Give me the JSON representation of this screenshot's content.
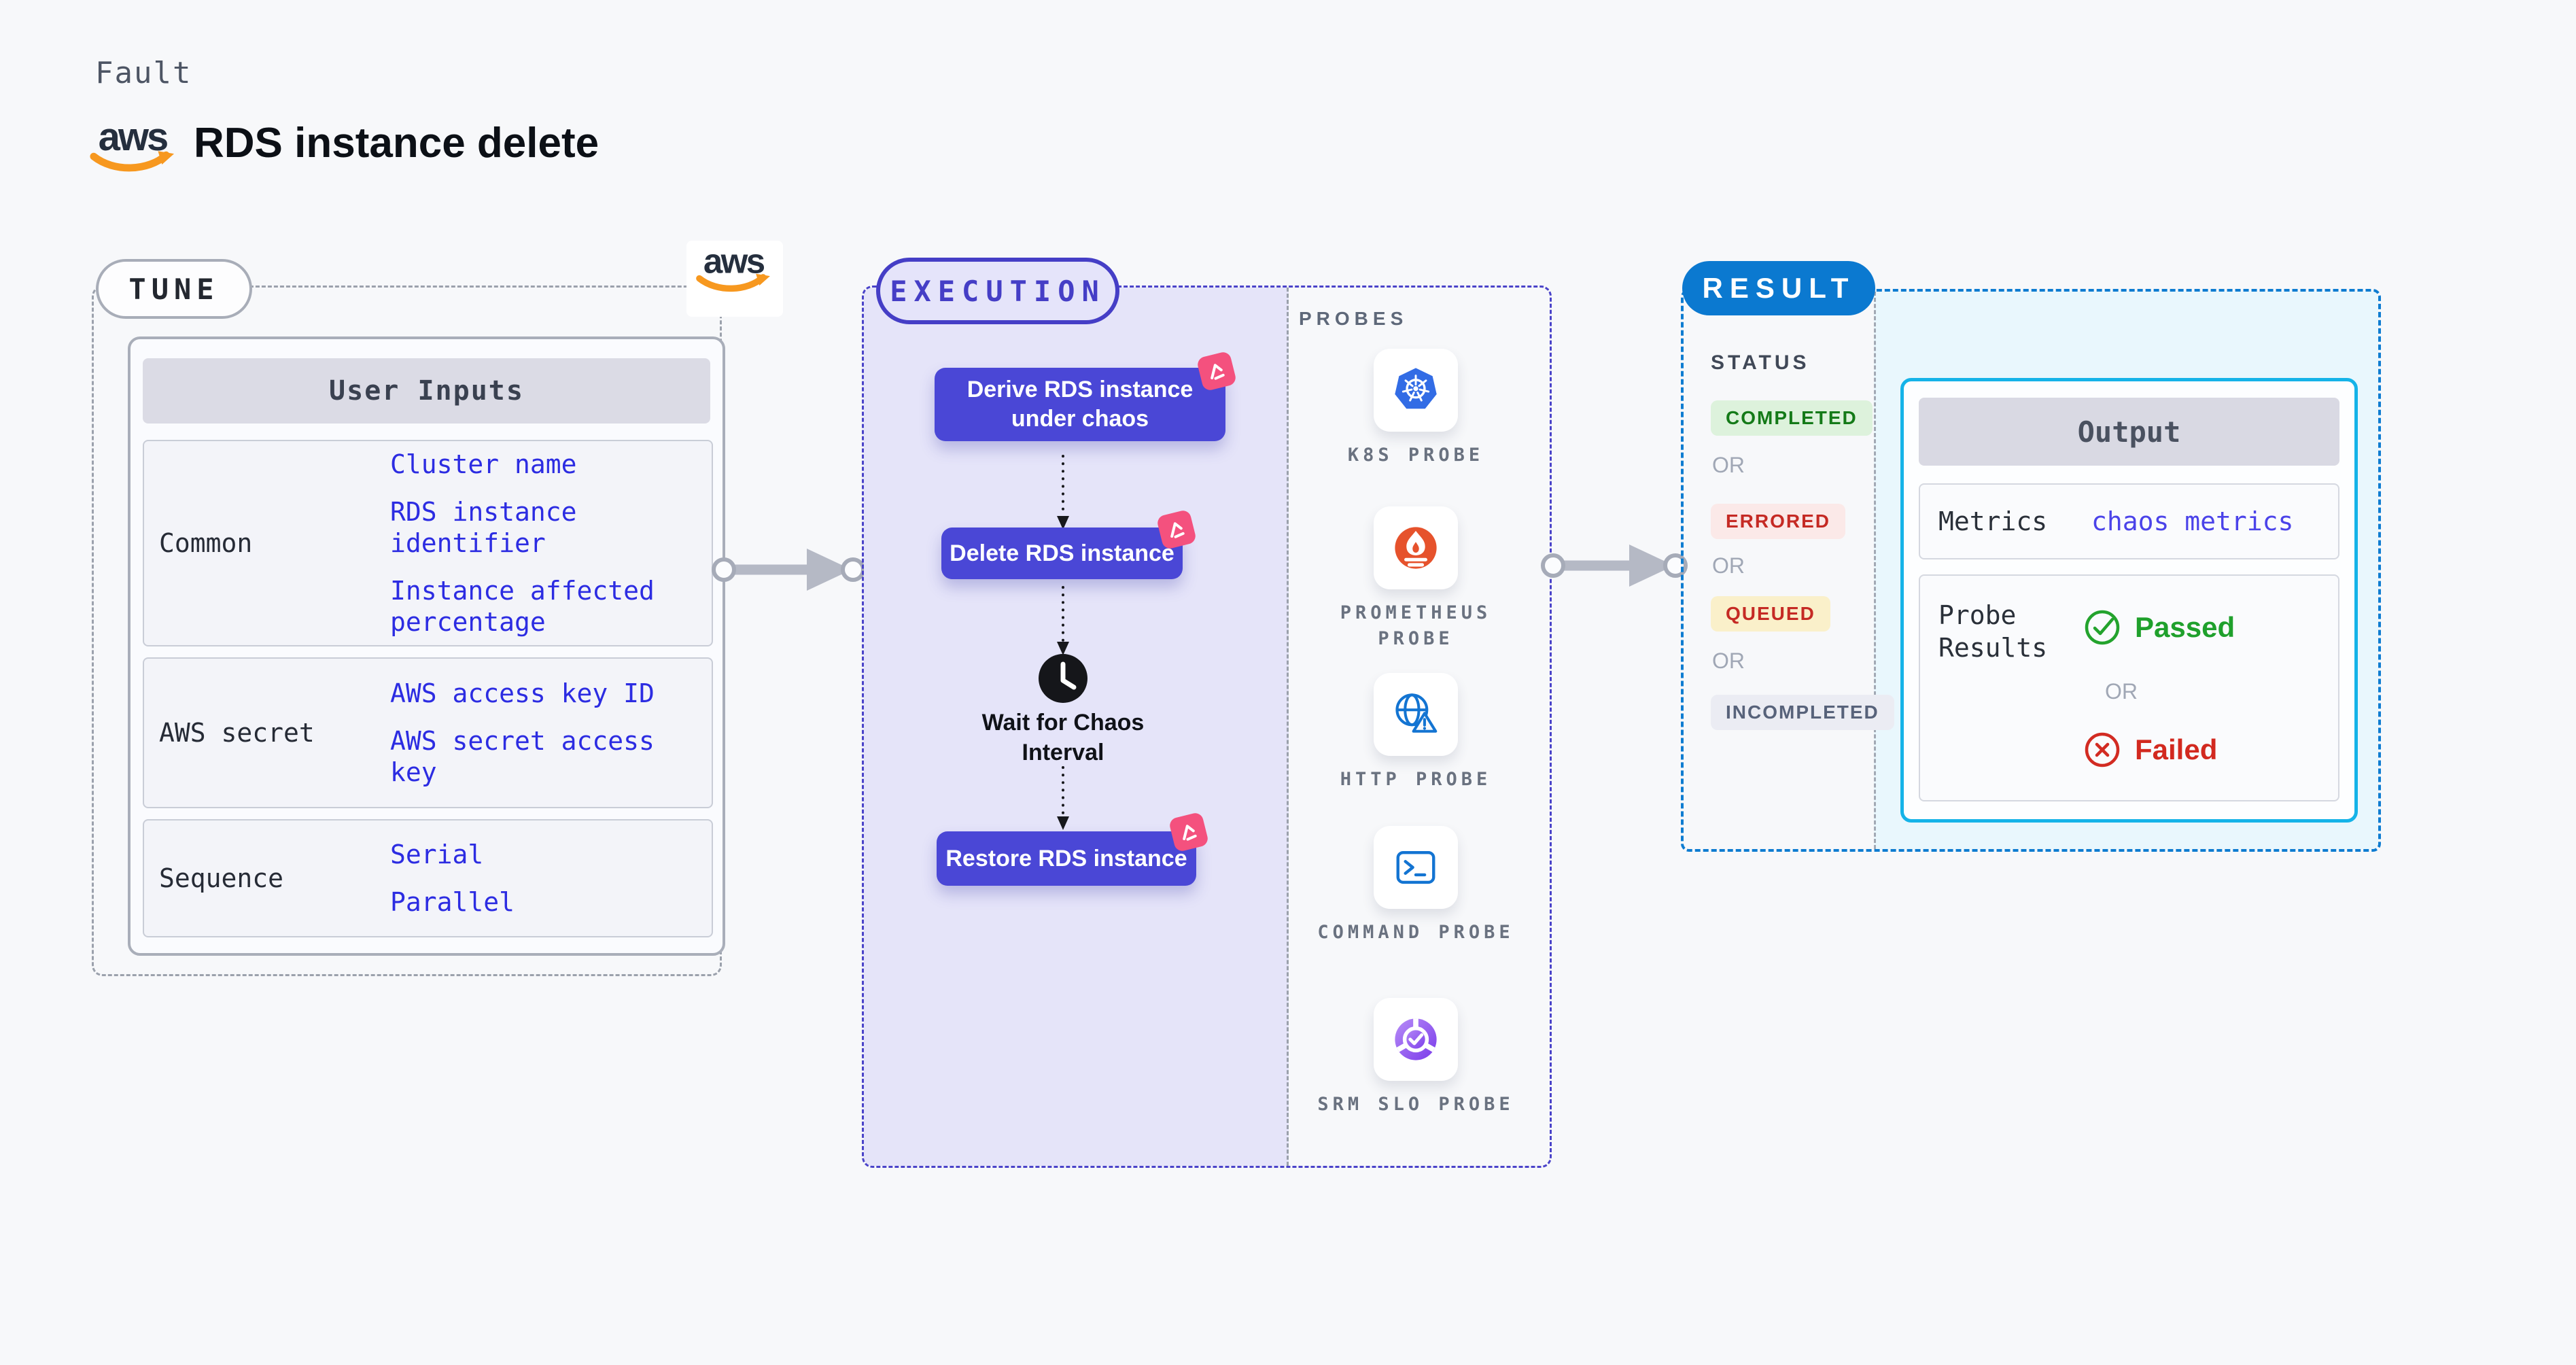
{
  "header": {
    "kicker": "Fault",
    "title": "RDS instance delete",
    "aws_logo_text": "aws"
  },
  "tune": {
    "badge": "TUNE",
    "table_header": "User Inputs",
    "groups": [
      {
        "label": "Common",
        "values": [
          "Cluster name",
          "RDS instance identifier",
          "Instance affected percentage"
        ]
      },
      {
        "label": "AWS secret",
        "values": [
          "AWS access key ID",
          "AWS secret access key"
        ]
      },
      {
        "label": "Sequence",
        "values": [
          "Serial",
          "Parallel"
        ]
      }
    ]
  },
  "execution": {
    "badge": "EXECUTION",
    "steps": {
      "derive": "Derive RDS instance under chaos",
      "delete": "Delete RDS instance",
      "wait": "Wait for Chaos Interval",
      "restore": "Restore RDS instance"
    }
  },
  "probes": {
    "title": "PROBES",
    "items": [
      {
        "label": "K8S PROBE",
        "icon": "kubernetes-icon"
      },
      {
        "label": "PROMETHEUS PROBE",
        "icon": "prometheus-icon"
      },
      {
        "label": "HTTP PROBE",
        "icon": "http-globe-warning-icon"
      },
      {
        "label": "COMMAND PROBE",
        "icon": "terminal-icon"
      },
      {
        "label": "SRM SLO PROBE",
        "icon": "srm-slo-icon"
      }
    ]
  },
  "result": {
    "badge": "RESULT",
    "status_title": "STATUS",
    "or_label": "OR",
    "statuses": [
      {
        "label": "COMPLETED",
        "tone": "success"
      },
      {
        "label": "ERRORED",
        "tone": "error"
      },
      {
        "label": "QUEUED",
        "tone": "warning"
      },
      {
        "label": "INCOMPLETED",
        "tone": "neutral"
      }
    ],
    "output": {
      "header": "Output",
      "metrics_label": "Metrics",
      "metrics_value": "chaos metrics",
      "probe_results_label": "Probe Results",
      "passed_label": "Passed",
      "or_label": "OR",
      "failed_label": "Failed"
    }
  },
  "colors": {
    "accent_purple": "#4A47D6",
    "execution_border": "#453EC6",
    "result_blue": "#0B79D0",
    "output_border": "#15B3E8",
    "value_blue": "#2C2CE2",
    "chaos_pink": "#F4517E",
    "success_green": "#1FA02C",
    "error_red": "#D2291F",
    "k8s_blue": "#326CE5",
    "prometheus_orange": "#E6522C",
    "probe_icon_blue": "#1374D2",
    "srm_purple": "#7A3BEA",
    "aws_orange": "#F7981F"
  }
}
